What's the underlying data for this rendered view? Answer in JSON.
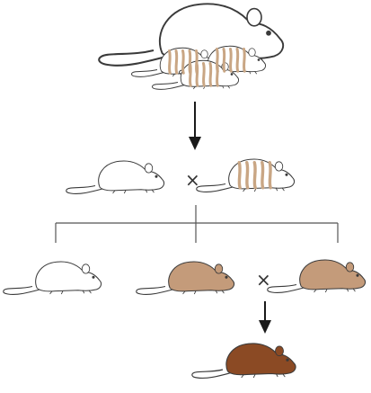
{
  "cross_symbol": "×",
  "colors": {
    "outline": "#3a3a3a",
    "white_coat": "#ffffff",
    "stripe": "#c9a684",
    "tan_coat": "#c49b7a",
    "brown_coat": "#8b4a24",
    "arrow": "#1a1a1a",
    "tree_line": "#555555"
  },
  "diagram": {
    "parent_generation": {
      "mother": {
        "coat": "white"
      },
      "litter": [
        {
          "coat": "banded"
        },
        {
          "coat": "banded"
        },
        {
          "coat": "banded"
        }
      ]
    },
    "cross_1": [
      {
        "coat": "white"
      },
      {
        "coat": "banded"
      }
    ],
    "offspring": [
      {
        "coat": "white"
      },
      {
        "coat": "tan"
      },
      {
        "coat": "tan"
      }
    ],
    "cross_2": [
      {
        "coat": "tan"
      },
      {
        "coat": "tan"
      }
    ],
    "final_offspring": {
      "coat": "brown"
    }
  }
}
